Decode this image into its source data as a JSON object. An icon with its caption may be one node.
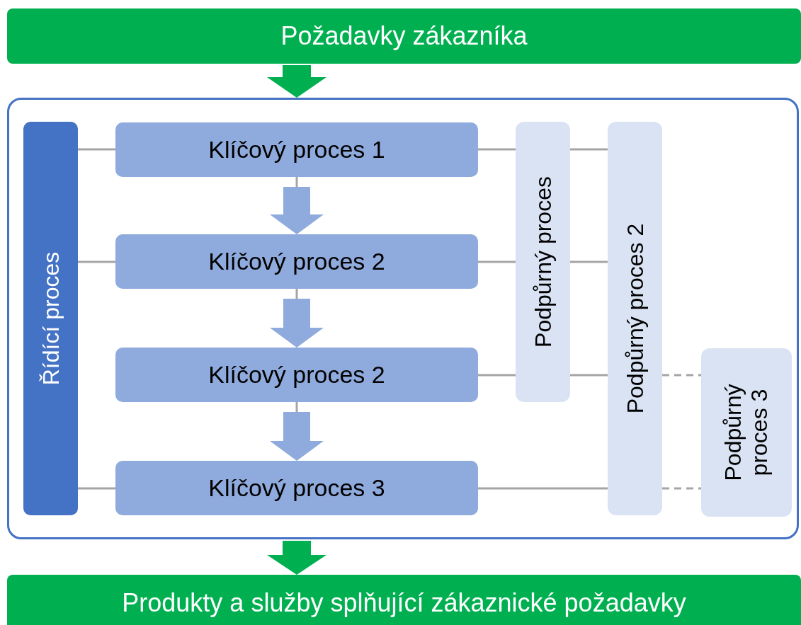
{
  "diagram": {
    "nodes": [
      {
        "text": [
          "Požadavky zákazníka"
        ]
      },
      {
        "text": [],
        "shape": "box"
      },
      {
        "text": [
          "Řídící proces"
        ],
        "in": 1
      },
      {
        "text": [
          "Klíčový proces 1"
        ],
        "in": 1
      },
      {
        "text": [
          "Klíčový proces 2"
        ],
        "in": 1
      },
      {
        "text": [
          "Klíčový proces 2"
        ],
        "in": 1
      },
      {
        "text": [
          "Klíčový proces 3"
        ],
        "in": 1
      },
      {
        "text": [
          "Podpůrný proces"
        ],
        "in": 1
      },
      {
        "text": [
          "Podpůrný proces 2"
        ],
        "in": 1
      },
      {
        "text": [
          "Podpůrný proces 3"
        ],
        "in": 1
      },
      {
        "text": [
          "Produkty a služby splňující zákaznické požadavky"
        ]
      }
    ],
    "edges": [
      {
        "from": 0,
        "to": 1,
        "arrow": "to",
        "style": "thick",
        "color": "#00b050"
      },
      {
        "from": 3,
        "to": 4,
        "arrow": "to",
        "style": "thick",
        "color": "#8faadc"
      },
      {
        "from": 4,
        "to": 5,
        "arrow": "to",
        "style": "thick",
        "color": "#8faadc"
      },
      {
        "from": 5,
        "to": 6,
        "arrow": "to",
        "style": "thick",
        "color": "#8faadc"
      },
      {
        "from": 1,
        "to": 10,
        "arrow": "to",
        "style": "thick",
        "color": "#00b050"
      },
      {
        "from": 2,
        "to": 3,
        "arrow": "none"
      },
      {
        "from": 2,
        "to": 4,
        "arrow": "none"
      },
      {
        "from": 2,
        "to": 6,
        "arrow": "none"
      },
      {
        "from": 3,
        "to": 7,
        "arrow": "none"
      },
      {
        "from": 7,
        "to": 8,
        "arrow": "none"
      },
      {
        "from": 4,
        "to": 7,
        "arrow": "none"
      },
      {
        "from": 7,
        "to": 8,
        "arrow": "none"
      },
      {
        "from": 5,
        "to": 7,
        "arrow": "none"
      },
      {
        "from": 7,
        "to": 8,
        "arrow": "none"
      },
      {
        "from": 6,
        "to": 8,
        "arrow": "none"
      },
      {
        "from": 8,
        "to": 9,
        "arrow": "none",
        "style": "dashed"
      },
      {
        "from": 8,
        "to": 9,
        "arrow": "none",
        "style": "dashed"
      }
    ]
  }
}
